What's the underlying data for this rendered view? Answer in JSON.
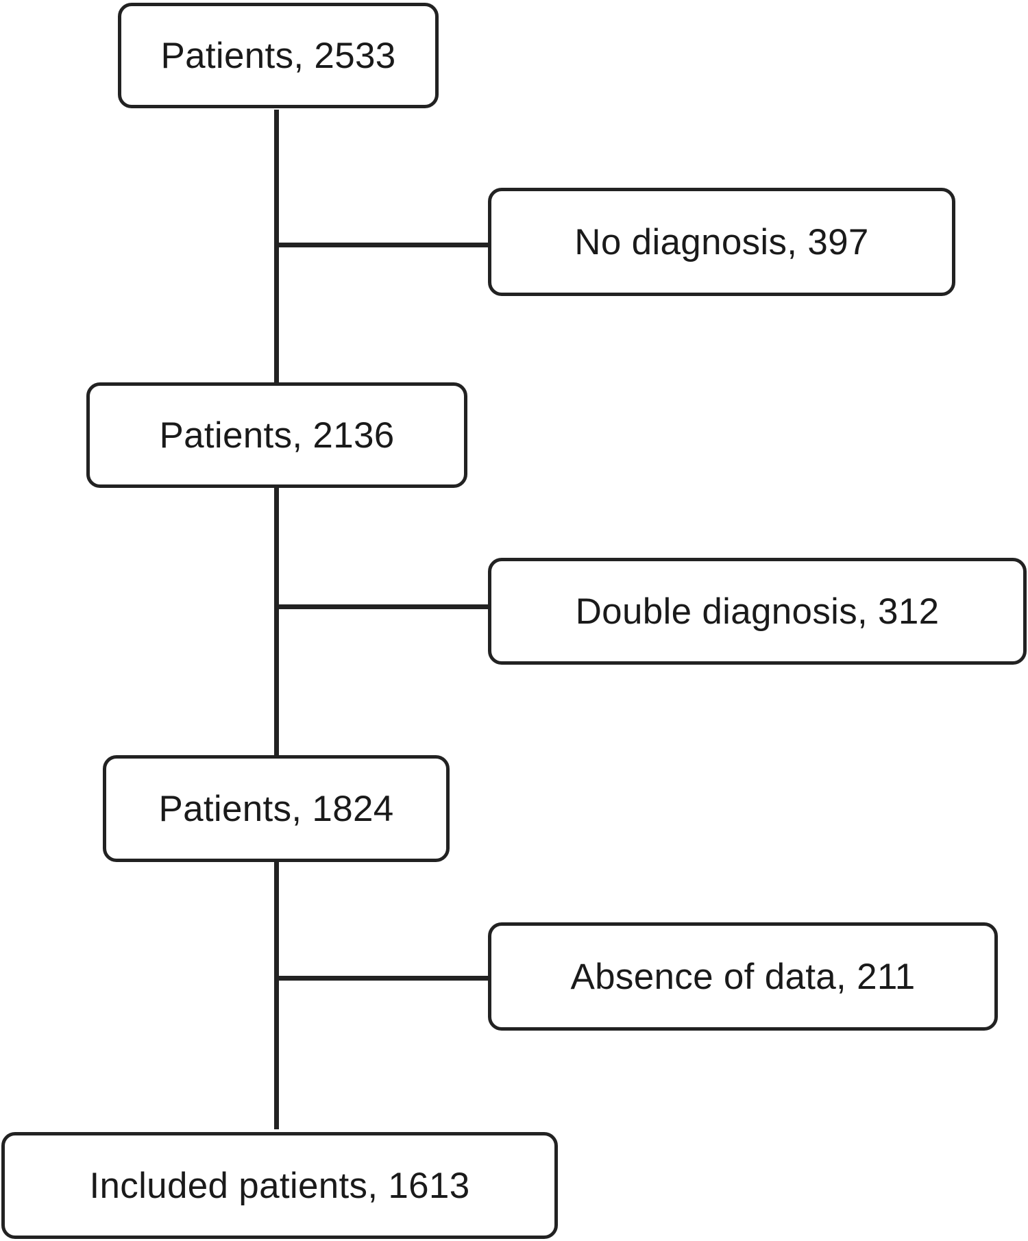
{
  "flowchart": {
    "main_steps": [
      {
        "label": "Patients, 2533"
      },
      {
        "label": "Patients, 2136"
      },
      {
        "label": "Patients, 1824"
      },
      {
        "label": "Included patients, 1613"
      }
    ],
    "exclusions": [
      {
        "label": "No diagnosis, 397"
      },
      {
        "label": "Double diagnosis, 312"
      },
      {
        "label": "Absence of data, 211"
      }
    ]
  },
  "colors": {
    "stroke": "#222222",
    "background": "#ffffff",
    "text": "#1a1a1a"
  }
}
